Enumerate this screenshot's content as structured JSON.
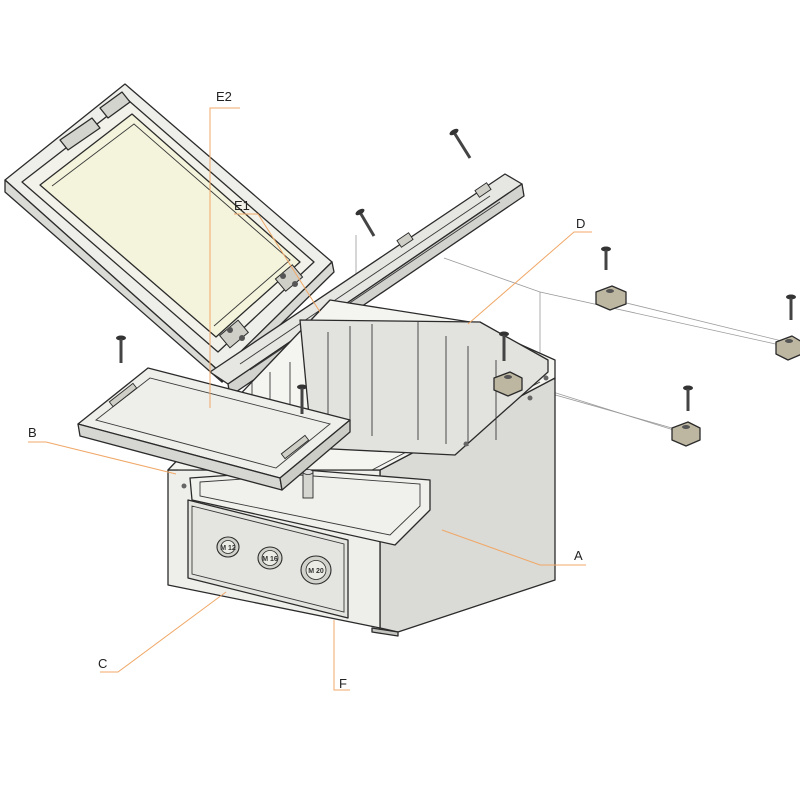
{
  "diagram": {
    "labels": {
      "A": "A",
      "B": "B",
      "C": "C",
      "D": "D",
      "E1": "E1",
      "E2": "E2",
      "F": "F"
    },
    "gland_labels": [
      "M 12",
      "M 16",
      "M 20"
    ],
    "colors": {
      "leader": "#f0a868",
      "outline": "#2b2b2b",
      "body_light": "#eeeeea",
      "body_mid": "#dadad6",
      "body_dark": "#c4c4c0",
      "window_glass": "#f4f4dc",
      "nut_fill": "#bdb7a2"
    }
  }
}
